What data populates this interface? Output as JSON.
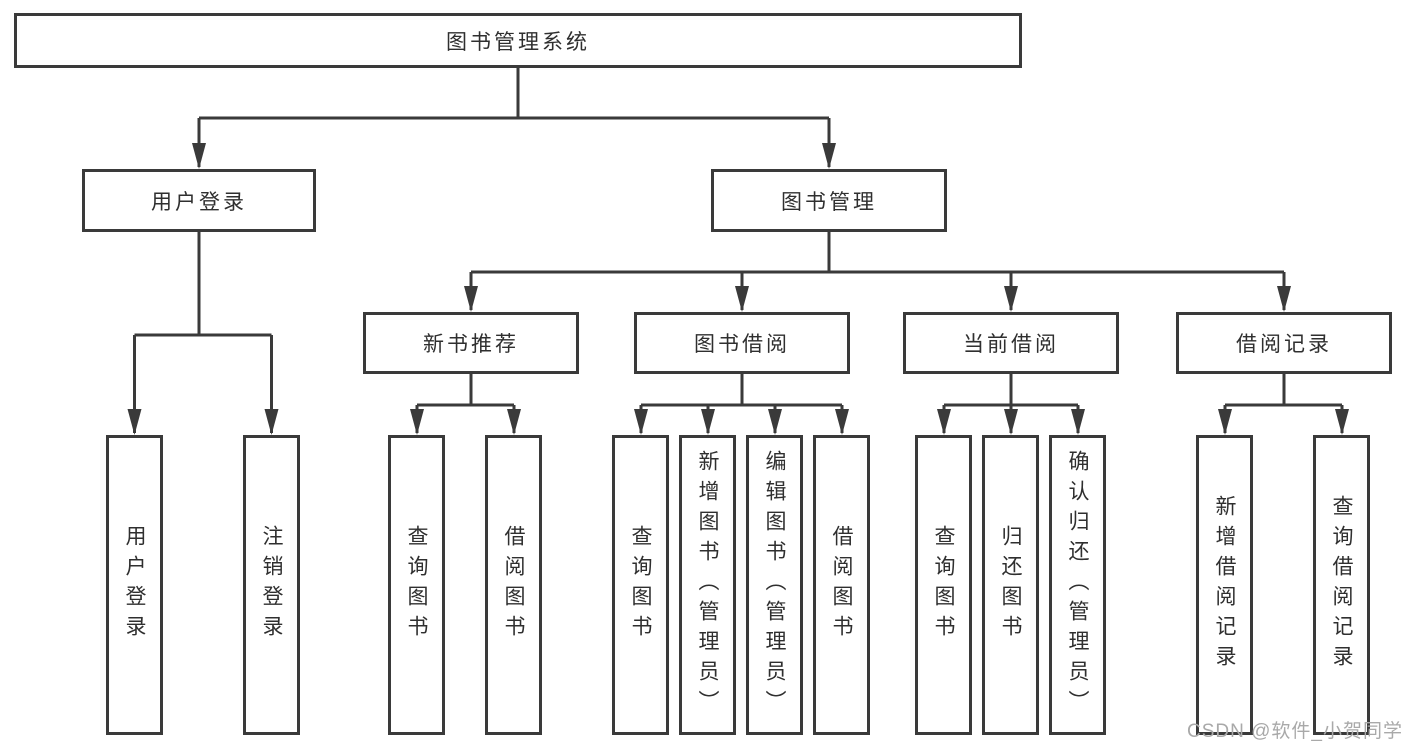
{
  "tree": {
    "label": "图书管理系统",
    "children": [
      {
        "label": "用户登录",
        "children": [
          {
            "label": "用户登录"
          },
          {
            "label": "注销登录"
          }
        ]
      },
      {
        "label": "图书管理",
        "children": [
          {
            "label": "新书推荐",
            "children": [
              {
                "label": "查询图书"
              },
              {
                "label": "借阅图书"
              }
            ]
          },
          {
            "label": "图书借阅",
            "children": [
              {
                "label": "查询图书"
              },
              {
                "label": "新增图书（管理员）"
              },
              {
                "label": "编辑图书（管理员）"
              },
              {
                "label": "借阅图书"
              }
            ]
          },
          {
            "label": "当前借阅",
            "children": [
              {
                "label": "查询图书"
              },
              {
                "label": "归还图书"
              },
              {
                "label": "确认归还（管理员）"
              }
            ]
          },
          {
            "label": "借阅记录",
            "children": [
              {
                "label": "新增借阅记录"
              },
              {
                "label": "查询借阅记录"
              }
            ]
          }
        ]
      }
    ]
  },
  "watermark": "CSDN @软件_小贺同学",
  "colors": {
    "line": "#3a3a3a",
    "box_border": "#3a3a3a",
    "text": "#2f2f2f",
    "watermark": "#a9a9a9",
    "background": "#ffffff"
  }
}
